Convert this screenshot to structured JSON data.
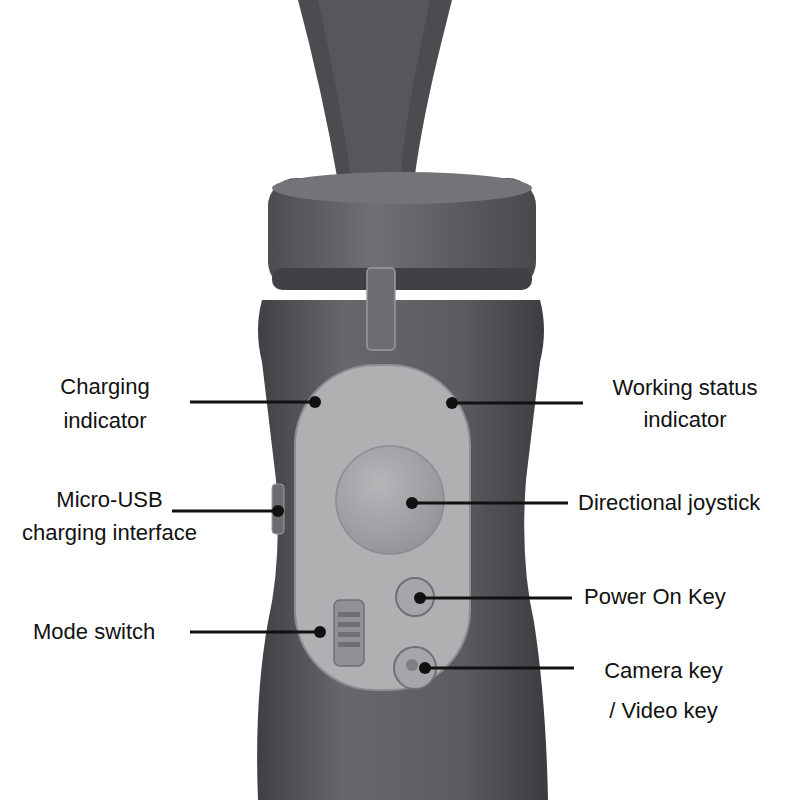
{
  "diagram": {
    "labels": [
      "Charging indicator",
      "Working status indicator",
      "Micro-USB charging interface",
      "Directional joystick",
      "Power On Key",
      "Mode switch",
      "Camera key / Video key"
    ]
  }
}
